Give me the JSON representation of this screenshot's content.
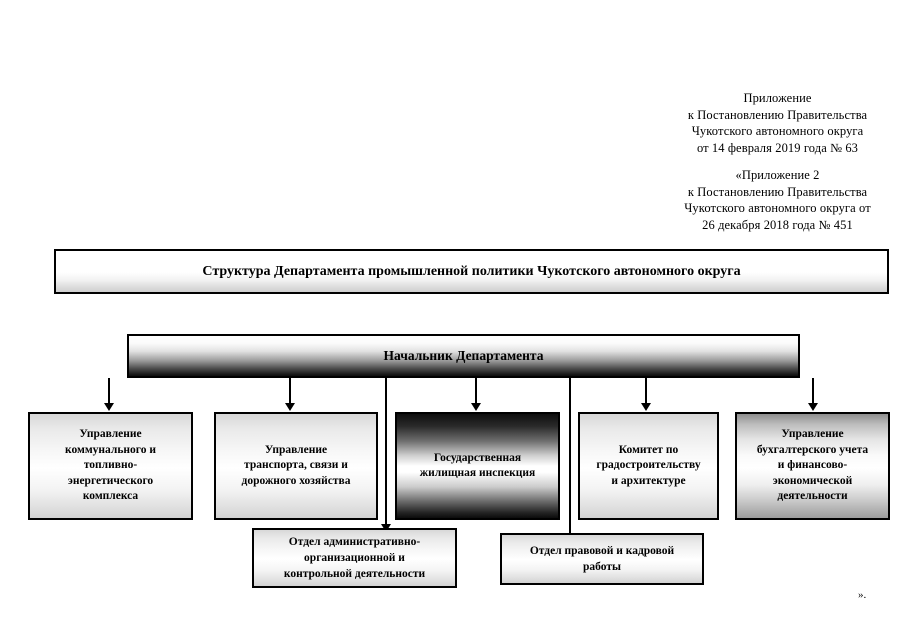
{
  "document": {
    "header_primary": "Приложение\nк Постановлению Правительства\nЧукотского автономного округа\nот  14 февраля 2019 года №  63",
    "header_secondary": "«Приложение 2\nк Постановлению Правительства\nЧукотского автономного округа от\n26 декабря 2018 года № 451",
    "closing_mark": "».",
    "title": "Структура Департамента промышленной политики Чукотского автономного округа"
  },
  "chart": {
    "type": "org-chart",
    "root": {
      "label": "Начальник Департамента"
    },
    "divisions": [
      {
        "label": "Управление\nкоммунального и\nтопливно-\nэнергетического\nкомплекса"
      },
      {
        "label": "Управление\nтранспорта, связи и\nдорожного хозяйства"
      },
      {
        "label": "Государственная\nжилищная инспекция"
      },
      {
        "label": "Комитет по\nградостроительству\nи архитектуре"
      },
      {
        "label": "Управление\nбухгалтерского учета\nи финансово-\nэкономической\nдеятельности"
      }
    ],
    "departments": [
      {
        "label": "Отдел административно-\nорганизационной и\nконтрольной деятельности"
      },
      {
        "label": "Отдел правовой и кадровой\nработы"
      }
    ]
  }
}
